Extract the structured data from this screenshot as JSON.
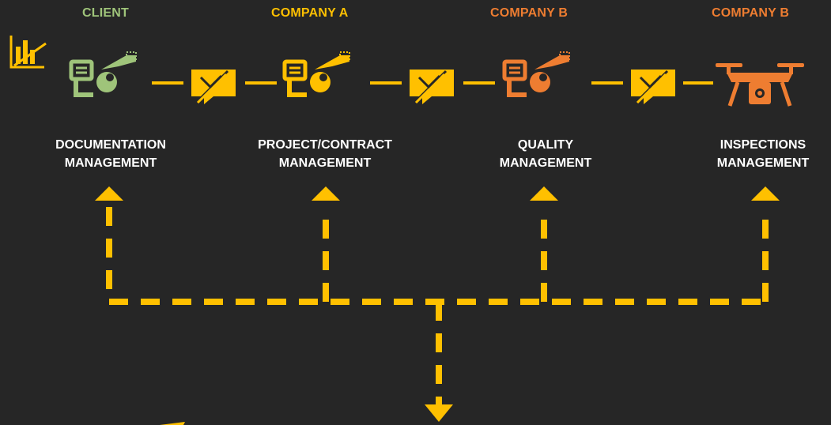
{
  "colors": {
    "background": "#262626",
    "client": "#9fc47a",
    "company_a": "#ffc000",
    "company_b": "#ee7d31",
    "flow": "#ffc000",
    "text": "#ffffff"
  },
  "roles": [
    {
      "label": "CLIENT",
      "color": "#9fc47a"
    },
    {
      "label": "COMPANY A",
      "color": "#ffc000"
    },
    {
      "label": "COMPANY B",
      "color": "#ee7d31"
    },
    {
      "label": "COMPANY B",
      "color": "#ee7d31"
    }
  ],
  "modules": [
    {
      "line1": "DOCUMENTATION",
      "line2": "MANAGEMENT",
      "icon": "document-viewer-icon"
    },
    {
      "line1": "PROJECT/CONTRACT",
      "line2": "MANAGEMENT",
      "icon": "document-viewer-icon"
    },
    {
      "line1": "QUALITY",
      "line2": "MANAGEMENT",
      "icon": "document-viewer-icon"
    },
    {
      "line1": "INSPECTIONS",
      "line2": "MANAGEMENT",
      "icon": "drone-icon"
    }
  ],
  "connectors": [
    "approval-message-icon",
    "approval-message-icon",
    "approval-message-icon"
  ],
  "corner_icon": "chart-analytics-icon"
}
